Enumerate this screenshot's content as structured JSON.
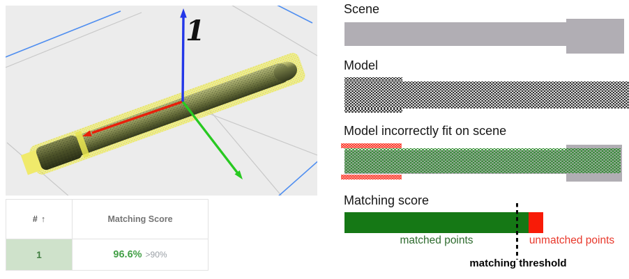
{
  "viewport3d": {
    "annotation_label": "1",
    "object": "pen-point-cloud"
  },
  "results_table": {
    "header": {
      "index_label": "#",
      "sort_icon": "↑",
      "score_label": "Matching Score"
    },
    "rows": [
      {
        "index": "1",
        "score": "96.6%",
        "criterion": ">90%"
      }
    ]
  },
  "legend": {
    "scene": {
      "label": "Scene"
    },
    "model": {
      "label": "Model"
    },
    "fit": {
      "label": "Model incorrectly fit on scene"
    },
    "score": {
      "label": "Matching score",
      "matched_label": "matched points",
      "unmatched_label": "unmatched points",
      "threshold_label": "matching threshold",
      "matched_fraction": 0.93,
      "unmatched_fraction": 0.07,
      "threshold_position": 0.87
    }
  },
  "colors": {
    "viewport_bg": "#ececec",
    "grid_gray": "#c8c8c8",
    "grid_blue": "#4f8ef0",
    "axis_x": "#e81f0a",
    "axis_y": "#28c921",
    "axis_z": "#2337e8",
    "pen_yellow": "#eae75c",
    "scene_gray": "#b1aeb4",
    "model_dot": "#1c1c1c",
    "fit_dot_green": "#2e8b2e",
    "fit_dot_red": "#fb2616",
    "score_green": "#157815",
    "score_red": "#f81b07",
    "matched_text": "#2e6b2e",
    "unmatched_text": "#e8382b",
    "table_row_green": "#cfe2cb",
    "table_index_text": "#3f7d3f",
    "score_value_green": "#43a047",
    "criterion_gray": "#9aa0a6",
    "header_gray": "#757575"
  }
}
